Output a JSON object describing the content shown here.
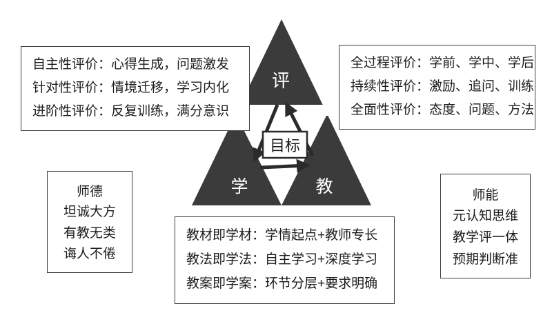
{
  "diagram": {
    "top_label": "评",
    "center_label": "目标",
    "left_label": "学",
    "right_label": "教"
  },
  "boxes": {
    "top_left": {
      "lines": [
        "自主性评价：心得生成，问题激发",
        "针对性评价：情境迁移，学习内化",
        "进阶性评价：反复训练，满分意识"
      ]
    },
    "top_right": {
      "lines": [
        "全过程评价：学前、学中、学后",
        "持续性评价：激励、追问、训练",
        "全面性评价：态度、问题、方法"
      ]
    },
    "teacher_virtue": {
      "title": "师德",
      "lines": [
        "坦诚大方",
        "有教无类",
        "诲人不倦"
      ]
    },
    "teacher_ability": {
      "title": "师能",
      "lines": [
        "元认知思维",
        "教学评一体",
        "预期判断准"
      ]
    },
    "bottom": {
      "lines": [
        "教材即学材：学情起点+教师专长",
        "教法即学法：自主学习+深度学习",
        "教案即学案：环节分层+要求明确"
      ]
    }
  },
  "colors": {
    "triangle": "#3b3b3b",
    "arrow": "#2b2b2b",
    "text": "#1c1c1c",
    "border": "#3a3a3a"
  }
}
